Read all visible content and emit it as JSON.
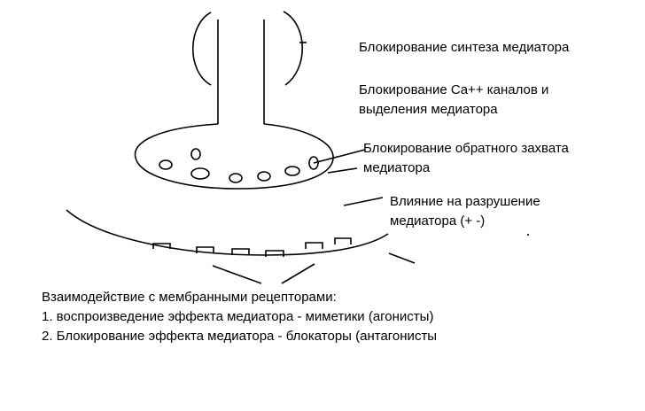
{
  "labels": {
    "synthesis": "Блокирование синтеза медиатора",
    "calcium_line1": "Блокирование Ca++ каналов и",
    "calcium_line2": "выделения медиатора",
    "reuptake_line1": "Блокирование обратного захвата",
    "reuptake_line2": "медиатора",
    "degradation_line1": "Влияние на разрушение",
    "degradation_line2": "медиатора (+  -)",
    "receptors_title": "Взаимодействие с мембранными рецепторами:",
    "receptors_item1": "1. воспроизведение эффекта медиатора - миметики (агонисты)",
    "receptors_item2": "2. Блокирование эффекта медиатора - блокаторы (антагонисты"
  },
  "colors": {
    "ink": "#000000",
    "background": "#ffffff"
  }
}
